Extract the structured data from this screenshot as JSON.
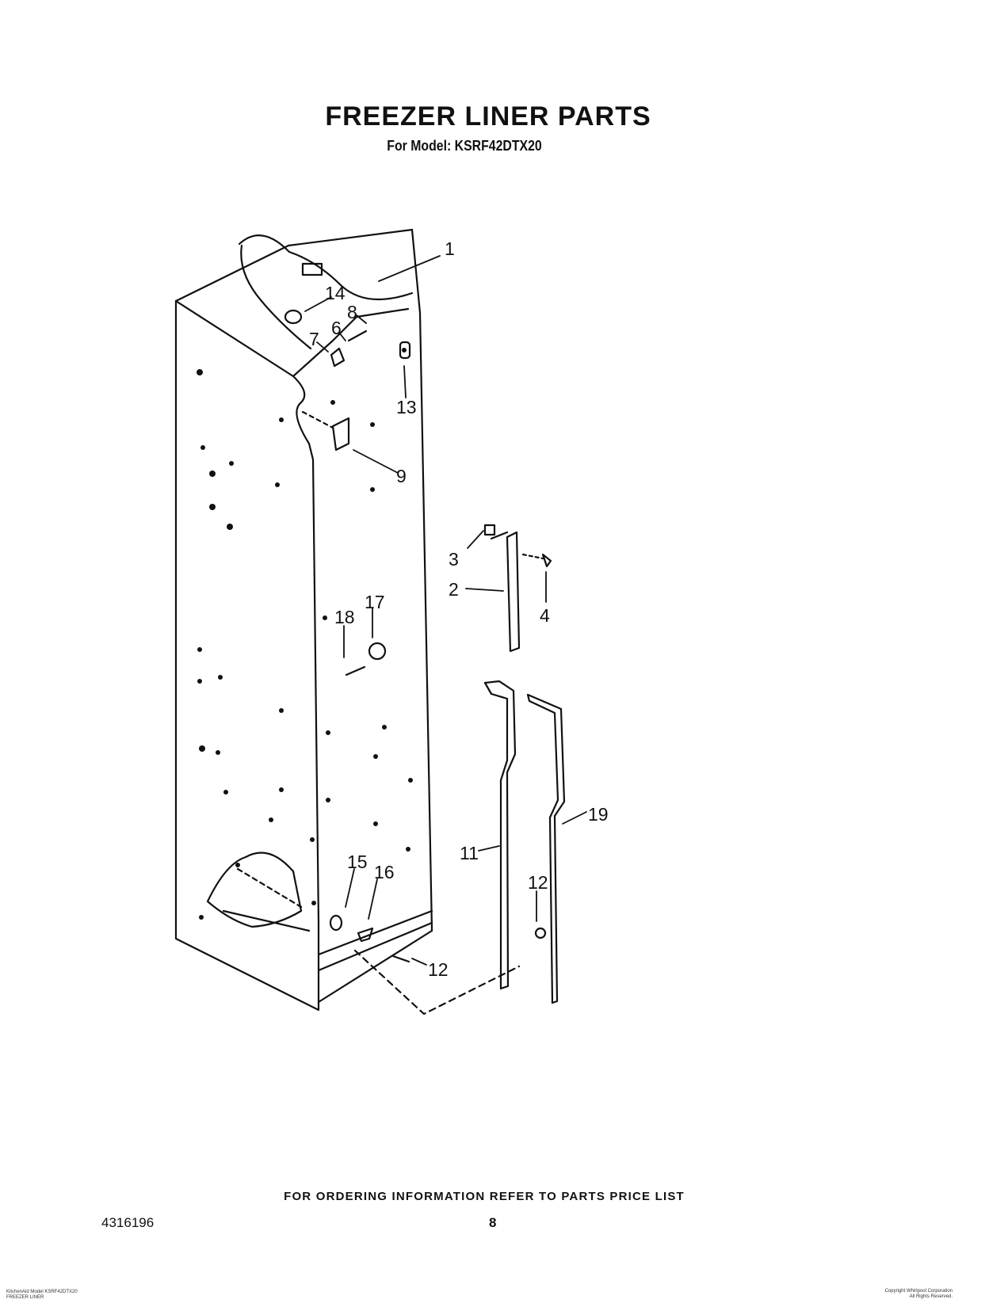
{
  "header": {
    "title": "FREEZER LINER PARTS",
    "subtitle": "For Model: KSRF42DTX20"
  },
  "diagram": {
    "callouts": [
      "1",
      "14",
      "8",
      "6",
      "7",
      "13",
      "9",
      "3",
      "2",
      "4",
      "18",
      "17",
      "11",
      "19",
      "12",
      "15",
      "16",
      "12"
    ]
  },
  "footer": {
    "note": "FOR ORDERING INFORMATION REFER TO PARTS PRICE LIST",
    "doc_number": "4316196",
    "page_number": "8",
    "small_left": [
      "KitchenAid Model KSRF42DTX20",
      "FREEZER LINER"
    ],
    "small_right": [
      "Copyright Whirlpool Corporation",
      "All Rights Reserved."
    ]
  }
}
